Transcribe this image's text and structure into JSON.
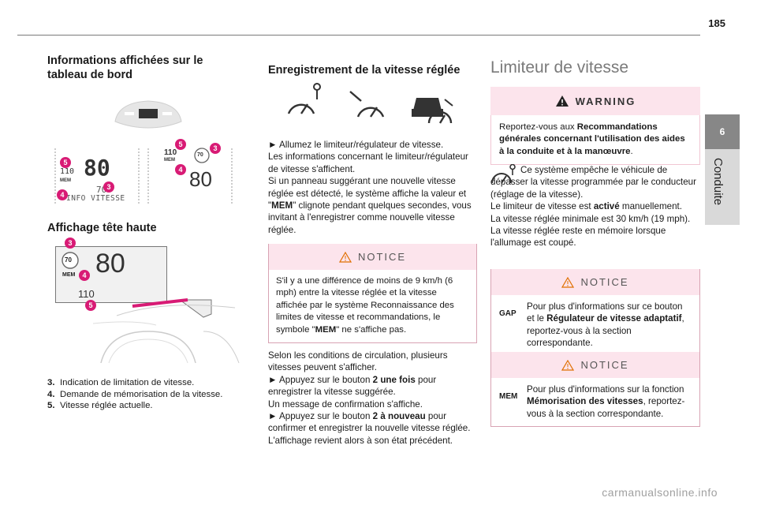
{
  "page": {
    "number": "185"
  },
  "side_tab": {
    "number": "6",
    "label": "Conduite"
  },
  "col1": {
    "heading": "Informations affichées sur le tableau de bord",
    "cluster_left": {
      "speed": "80",
      "limit": "110",
      "small_speed": "70",
      "info_text": "INFO VITESSE",
      "mem_label": "MEM"
    },
    "cluster_right": {
      "limit": "110",
      "mem_label": "MEM",
      "sign": "70",
      "speed": "80"
    },
    "hud_heading": "Affichage tête haute",
    "hud": {
      "sign": "70",
      "speed": "80",
      "mem_label": "MEM",
      "limit": "110"
    },
    "badges": {
      "b3": "3",
      "b4": "4",
      "b5": "5"
    },
    "legend": [
      {
        "num": "3.",
        "text": "Indication de limitation de vitesse."
      },
      {
        "num": "4.",
        "text": "Demande de mémorisation de la vitesse."
      },
      {
        "num": "5.",
        "text": "Vitesse réglée actuelle."
      }
    ]
  },
  "col2": {
    "heading": "Enregistrement de la vitesse réglée",
    "p1_line1": "► Allumez le limiteur/régulateur de vitesse.",
    "p1_line2": "Les informations concernant le limiteur/régulateur de vitesse s'affichent.",
    "p1_line3a": "Si un panneau suggérant une nouvelle vitesse réglée est détecté, le système affiche la valeur et \"",
    "p1_mem": "MEM",
    "p1_line3b": "\" clignote pendant quelques secondes, vous invitant à l'enregistrer comme nouvelle vitesse réglée.",
    "notice_title": "NOTICE",
    "notice_a": "S'il y a une différence de moins de 9 km/h (6 mph) entre la vitesse réglée et la vitesse affichée par le système Reconnaissance des limites de vitesse et recommandations, le symbole \"",
    "notice_mem": "MEM",
    "notice_b": "\" ne s'affiche pas.",
    "p2_line1": "Selon les conditions de circulation, plusieurs vitesses peuvent s'afficher.",
    "p2_s1a": "► Appuyez sur le bouton ",
    "p2_s1b": "2 une fois",
    "p2_s1c": " pour enregistrer la vitesse suggérée.",
    "p2_s2": "Un message de confirmation s'affiche.",
    "p2_s3a": "► Appuyez sur le bouton ",
    "p2_s3b": "2 à nouveau",
    "p2_s3c": " pour confirmer et enregistrer la nouvelle vitesse réglée.",
    "p2_s4": "L'affichage revient alors à son état précédent."
  },
  "col3": {
    "heading": "Limiteur de vitesse",
    "warning_title": "WARNING",
    "warning_a": "Reportez-vous aux ",
    "warning_b": "Recommandations générales concernant l'utilisation des aides à la conduite et à la manœuvre",
    "warning_c": ".",
    "intro_a": "Ce système empêche le véhicule de dépasser la vitesse programmée par le conducteur (réglage de la vitesse).",
    "intro_b1": "Le limiteur de vitesse est ",
    "intro_b2": "activé",
    "intro_b3": " manuellement.",
    "intro_c": "La vitesse réglée minimale est 30 km/h (19 mph).",
    "intro_d": "La vitesse réglée reste en mémoire lorsque l'allumage est coupé.",
    "notice1_title": "NOTICE",
    "notice1_icon": "GAP",
    "notice1_a": "Pour plus d'informations sur ce bouton et le ",
    "notice1_b": "Régulateur de vitesse adaptatif",
    "notice1_c": ", reportez-vous à la section correspondante.",
    "notice2_title": "NOTICE",
    "notice2_icon": "MEM",
    "notice2_a": "Pour plus d'informations sur la fonction ",
    "notice2_b": "Mémorisation des vitesses",
    "notice2_c": ", reportez-vous à la section correspondante."
  },
  "footer": "carmanualsonline.info",
  "colors": {
    "accent": "#d81b75",
    "notice_band": "#fce4ec",
    "tab_dark": "#878787",
    "tab_light": "#d9d9d9"
  }
}
